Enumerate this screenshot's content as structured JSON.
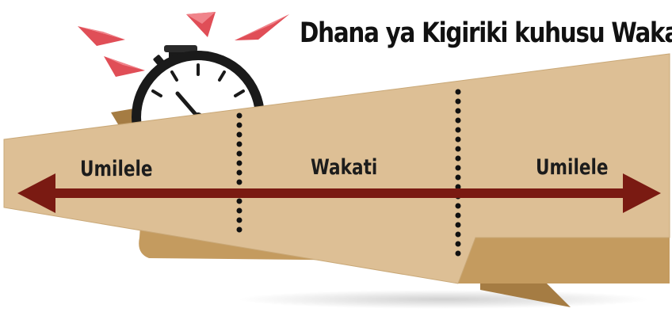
{
  "title": "Dhana ya Kigiriki kuhusu Wakati",
  "labels": {
    "left": "Umilele",
    "middle": "Wakati",
    "right": "Umilele"
  },
  "icons": {
    "clock": "stopwatch-icon",
    "alarm": "alarm-burst-icon"
  },
  "colors": {
    "banner": "#DDBF95",
    "banner_shadow": "#C49B5F",
    "banner_dark": "#A57C43",
    "arrow": "#7A1A12",
    "burst": "#E04E57",
    "text": "#111111"
  }
}
